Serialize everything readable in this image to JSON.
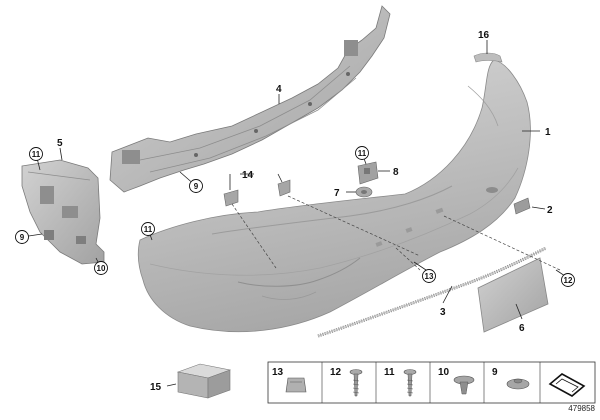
{
  "diagram": {
    "reference_number": "479858",
    "callouts": [
      {
        "id": "c1",
        "label": "1",
        "circled": false
      },
      {
        "id": "c2",
        "label": "2",
        "circled": false
      },
      {
        "id": "c3",
        "label": "3",
        "circled": false
      },
      {
        "id": "c4",
        "label": "4",
        "circled": false
      },
      {
        "id": "c5",
        "label": "5",
        "circled": false
      },
      {
        "id": "c6",
        "label": "6",
        "circled": false
      },
      {
        "id": "c7",
        "label": "7",
        "circled": false
      },
      {
        "id": "c8",
        "label": "8",
        "circled": false
      },
      {
        "id": "c9a",
        "label": "9",
        "circled": true
      },
      {
        "id": "c9b",
        "label": "9",
        "circled": true
      },
      {
        "id": "c10",
        "label": "10",
        "circled": true
      },
      {
        "id": "c11a",
        "label": "11",
        "circled": true
      },
      {
        "id": "c11b",
        "label": "11",
        "circled": true
      },
      {
        "id": "c11c",
        "label": "11",
        "circled": true
      },
      {
        "id": "c12",
        "label": "12",
        "circled": true
      },
      {
        "id": "c13",
        "label": "13",
        "circled": true
      },
      {
        "id": "c14",
        "label": "14",
        "circled": false
      },
      {
        "id": "c15",
        "label": "15",
        "circled": false
      },
      {
        "id": "c16",
        "label": "16",
        "circled": false
      }
    ],
    "legend": [
      {
        "label": "13",
        "icon": "spring-nut-icon"
      },
      {
        "label": "12",
        "icon": "screw-icon"
      },
      {
        "label": "11",
        "icon": "screw-icon"
      },
      {
        "label": "10",
        "icon": "expanding-rivet-icon"
      },
      {
        "label": "9",
        "icon": "clip-nut-icon"
      },
      {
        "label": "",
        "icon": "chevron-symbol-icon"
      }
    ]
  }
}
